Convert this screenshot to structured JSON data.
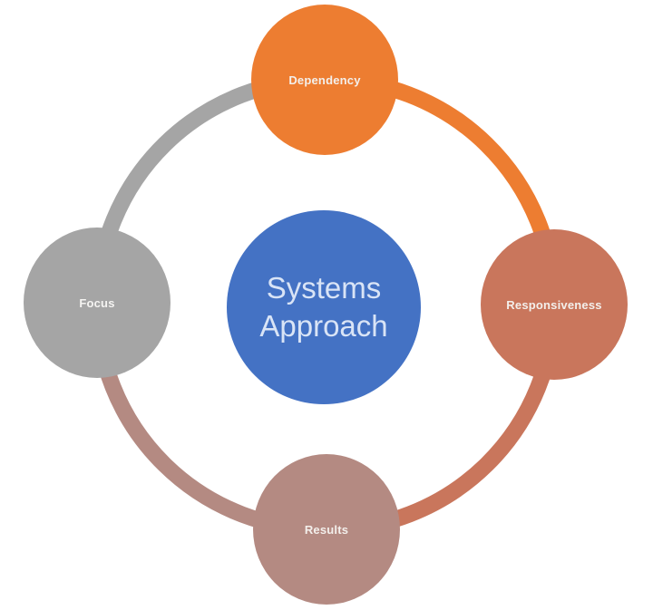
{
  "diagram": {
    "title": "Systems Approach",
    "type": "cycle",
    "background_color": "#ffffff",
    "center": {
      "label": "Systems Approach",
      "lines": [
        "Systems",
        "Approach"
      ],
      "fill_color": "#4472C4",
      "text_color": "#D9E4F6"
    },
    "nodes": [
      {
        "label": "Dependency",
        "position": "top",
        "fill_color": "#ED7D31",
        "text_color": "#F3EFEB"
      },
      {
        "label": "Responsiveness",
        "position": "right",
        "fill_color": "#C9765C",
        "text_color": "#F3EFEB"
      },
      {
        "label": "Results",
        "position": "bottom",
        "fill_color": "#B48A82",
        "text_color": "#F3EFEB"
      },
      {
        "label": "Focus",
        "position": "left",
        "fill_color": "#A5A5A5",
        "text_color": "#F5F4F2"
      }
    ],
    "ring_segments": [
      {
        "from": "Focus",
        "to": "Dependency",
        "color": "#A5A5A5"
      },
      {
        "from": "Dependency",
        "to": "Responsiveness",
        "color": "#ED7D31"
      },
      {
        "from": "Responsiveness",
        "to": "Results",
        "color": "#C9765C"
      },
      {
        "from": "Results",
        "to": "Focus",
        "color": "#B48A82"
      }
    ]
  }
}
